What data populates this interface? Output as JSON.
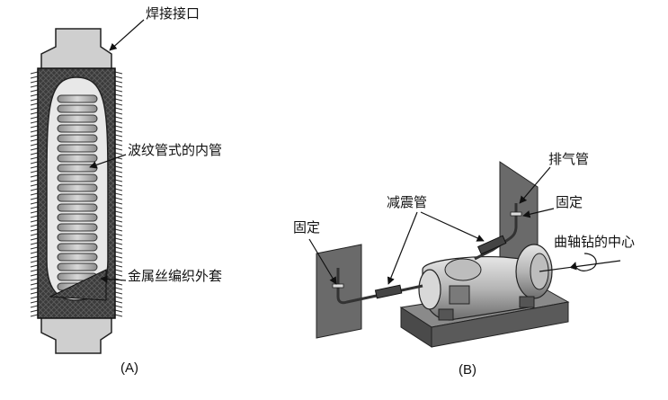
{
  "panel_a": {
    "caption": "(A)",
    "labels": {
      "weld_joint": "焊接接口",
      "corrugated_inner_tube": "波纹管式的内管",
      "metal_braid_sleeve": "金属丝编织外套"
    }
  },
  "panel_b": {
    "caption": "(B)",
    "labels": {
      "fixed_left": "固定",
      "damping_tube": "减震管",
      "exhaust_pipe": "排气管",
      "fixed_right": "固定",
      "crankshaft_center": "曲轴钻的中心"
    }
  },
  "colors": {
    "ink": "#111111",
    "braid": "#3a3a3a",
    "metal_light": "#cfcfcf",
    "metal_mid": "#9a9a9a",
    "wall": "#6a6a6a"
  }
}
